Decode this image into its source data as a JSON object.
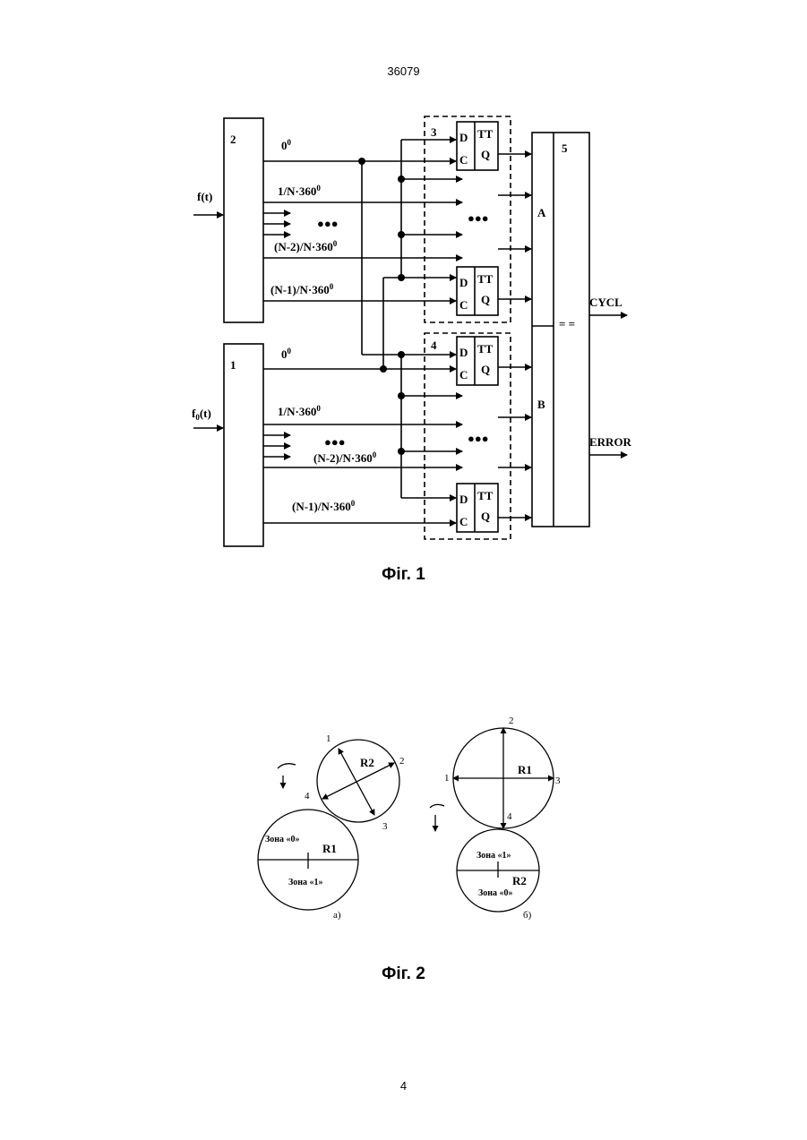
{
  "header": {
    "doc_number": "36079"
  },
  "figure1": {
    "caption": "Фіг. 1",
    "block_numbers": {
      "shaper2": "2",
      "shaper1": "1",
      "trig_group_a": "3",
      "trig_group_b": "4",
      "comparator": "5"
    },
    "inputs": {
      "f": "f(t)",
      "f0": "f",
      "f0_sub": "0",
      "f0_tail": "(t)"
    },
    "phase_labels": {
      "p0": "0",
      "p0_sup": "0",
      "p1": "1/N·360",
      "p1_sup": "0",
      "pn2": "(N-2)/N·360",
      "pn2_sup": "0",
      "pn1": "(N-1)/N·360",
      "pn1_sup": "0"
    },
    "trigger": {
      "type": "TT",
      "d": "D",
      "c": "C",
      "q": "Q"
    },
    "comparator": {
      "a": "A",
      "b": "B",
      "eq": "= ="
    },
    "outputs": {
      "cycl": "CYCL",
      "error": "ERROR"
    },
    "ellipsis": "●●●"
  },
  "figure2": {
    "caption": "Фіг. 2",
    "panel_a": {
      "label": "а)",
      "r1": "R1",
      "r2": "R2",
      "zone0": "Зона «0»",
      "zone1": "Зона «1»",
      "points": [
        "1",
        "2",
        "3",
        "4"
      ]
    },
    "panel_b": {
      "label": "б)",
      "r1": "R1",
      "r2": "R2",
      "zone0": "Зона «0»",
      "zone1": "Зона «1»",
      "points": [
        "1",
        "2",
        "3",
        "4"
      ]
    }
  },
  "footer": {
    "page_number": "4"
  }
}
